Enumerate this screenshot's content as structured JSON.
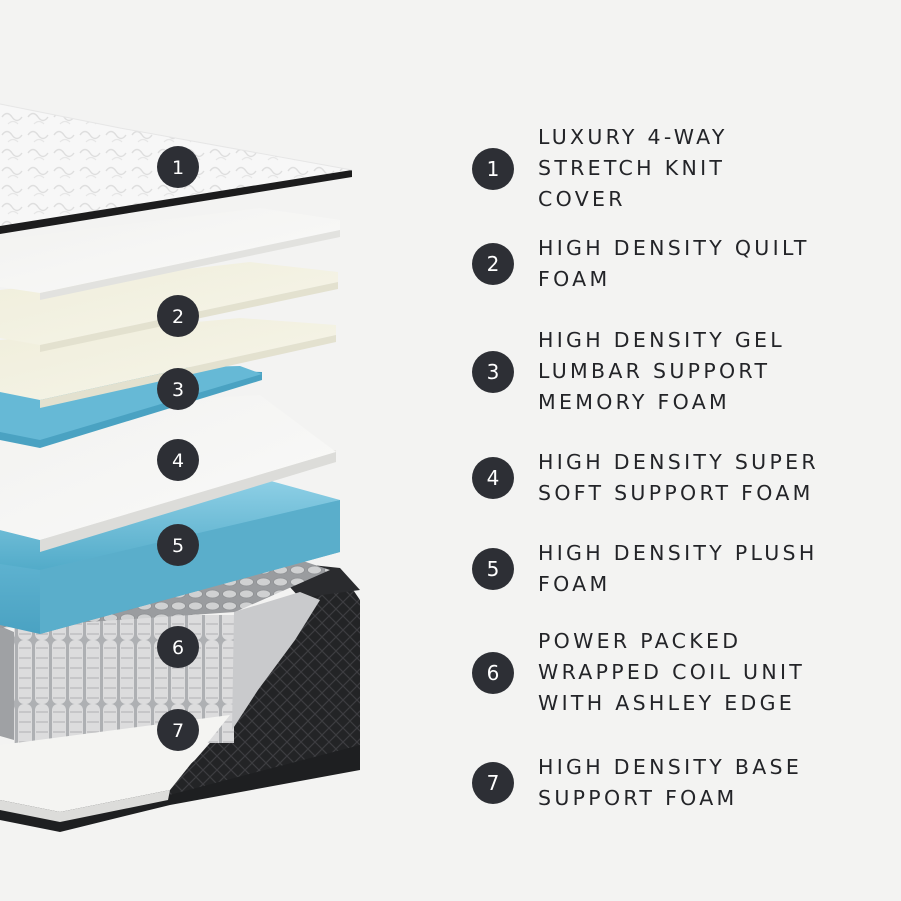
{
  "layers": [
    {
      "number": "1",
      "label": "LUXURY 4-WAY\nSTRETCH KNIT\nCOVER"
    },
    {
      "number": "2",
      "label": "HIGH DENSITY QUILT\nFOAM"
    },
    {
      "number": "3",
      "label": "HIGH DENSITY GEL\nLUMBAR SUPPORT\nMEMORY FOAM"
    },
    {
      "number": "4",
      "label": "HIGH DENSITY SUPER\nSOFT SUPPORT FOAM"
    },
    {
      "number": "5",
      "label": "HIGH DENSITY PLUSH\nFOAM"
    },
    {
      "number": "6",
      "label": "POWER PACKED\nWRAPPED COIL UNIT\nWITH ASHLEY EDGE"
    },
    {
      "number": "7",
      "label": "HIGH DENSITY BASE\nSUPPORT FOAM"
    }
  ],
  "colors": {
    "background": "#f3f3f2",
    "badge": "#2d2f35",
    "text": "#232428",
    "gel_foam": "#5fb6d3",
    "cream_foam": "#f2f0dc"
  }
}
